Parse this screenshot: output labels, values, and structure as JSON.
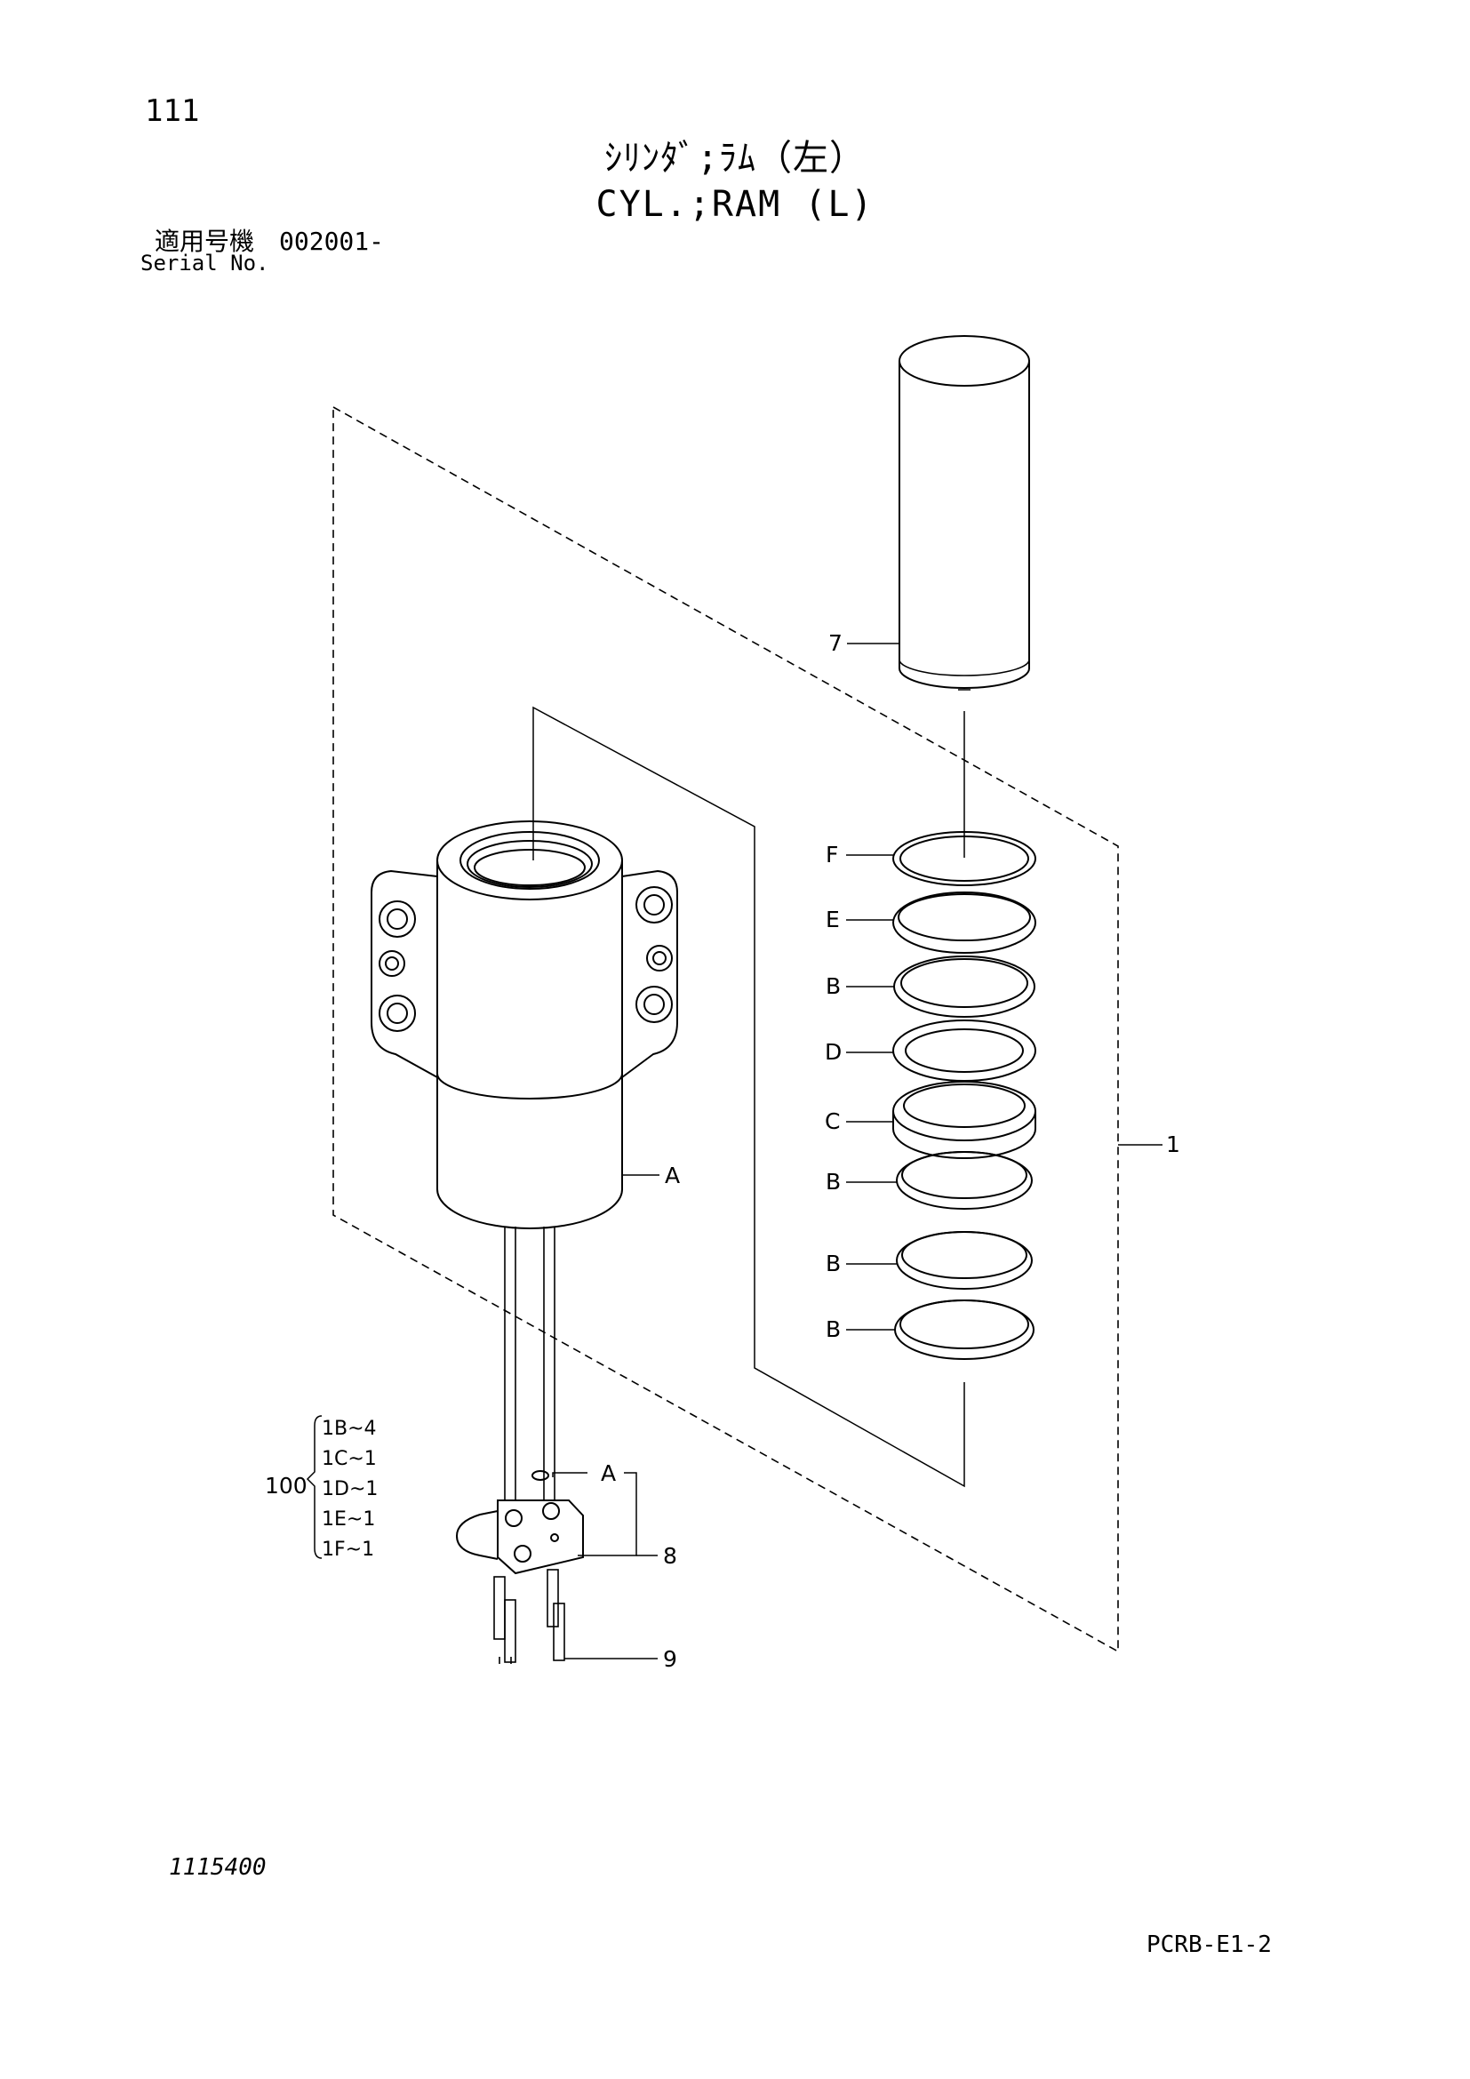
{
  "header": {
    "page_number": "111",
    "title_jp": "ｼﾘﾝﾀﾞ;ﾗﾑ（左）",
    "title_en": "CYL.;RAM (L)",
    "serial_label_jp": "適用号機　002001-",
    "serial_label_en": "Serial No."
  },
  "callouts": {
    "part_7": "7",
    "ring_f": "F",
    "ring_e": "E",
    "ring_b1": "B",
    "ring_d": "D",
    "ring_c": "C",
    "ring_b2": "B",
    "ring_b3": "B",
    "ring_b4": "B",
    "part_1": "1",
    "part_a_cylinder": "A",
    "part_a_block": "A",
    "part_8": "8",
    "part_9": "9"
  },
  "kit": {
    "number": "100",
    "items": [
      "1B~4",
      "1C~1",
      "1D~1",
      "1E~1",
      "1F~1"
    ]
  },
  "footer": {
    "drawing_number": "1115400",
    "page_code": "PCRB-E1-2"
  }
}
